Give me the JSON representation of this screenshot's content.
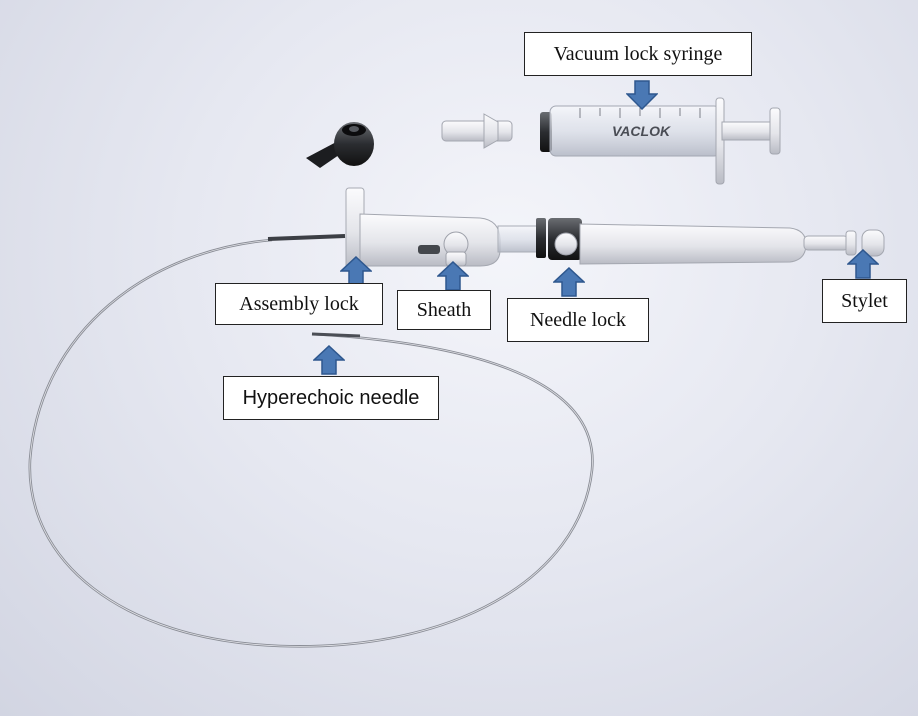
{
  "labels": {
    "vacuum_lock_syringe": "Vacuum lock syringe",
    "assembly_lock": "Assembly lock",
    "sheath": "Sheath",
    "needle_lock": "Needle lock",
    "stylet": "Stylet",
    "hyperechoic_needle": "Hyperechoic needle"
  },
  "syringe_brand": "VACLOK",
  "colors": {
    "arrow_fill": "#4a78b4",
    "arrow_stroke": "#2e578e",
    "label_border": "#222222"
  }
}
